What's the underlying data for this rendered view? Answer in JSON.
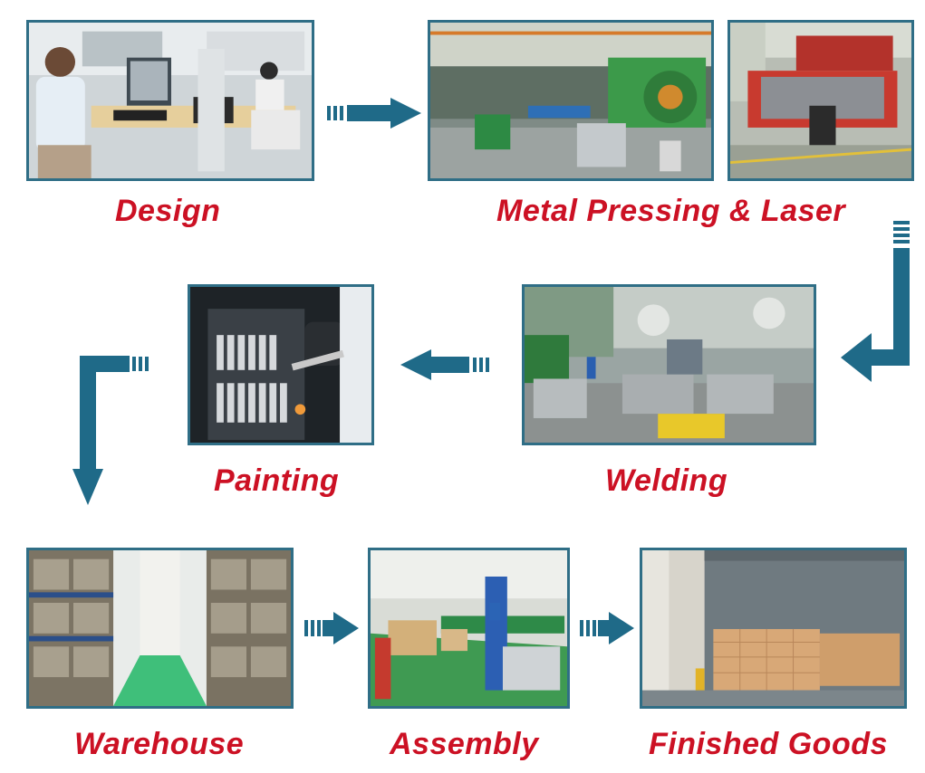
{
  "steps": {
    "design": "Design",
    "metal": "Metal Pressing & Laser",
    "welding": "Welding",
    "painting": "Painting",
    "warehouse": "Warehouse",
    "assembly": "Assembly",
    "finished": "Finished Goods"
  },
  "colors": {
    "label": "#cc1124",
    "arrow": "#1f6a88",
    "frame": "#2f6e86"
  },
  "icons": {
    "flow_arrow": "arrow-icon"
  }
}
